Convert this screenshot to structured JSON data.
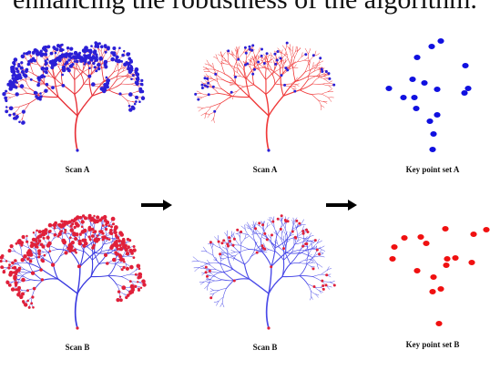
{
  "heading": "enhancing the robustness of the algorithm.",
  "panels": {
    "scan_a_keypoints": {
      "caption": "Scan A",
      "tree_color": "#e8333a",
      "dot_color": "#2b1fd6"
    },
    "scan_a_clean": {
      "caption": "Scan A",
      "tree_color": "#f03a3a",
      "dot_color": "#2b1fd6"
    },
    "key_point_set_a": {
      "caption": "Key point set A",
      "dot_color": "#1010e0"
    },
    "scan_b_keypoints": {
      "caption": "Scan B",
      "tree_color": "#3a3ae0",
      "dot_color": "#e0203a"
    },
    "scan_b_clean": {
      "caption": "Scan B",
      "tree_color": "#4a4ae8",
      "dot_color": "#e0203a"
    },
    "key_point_set_b": {
      "caption": "Key point set B",
      "dot_color": "#f01010"
    }
  },
  "arrow_color": "#000000"
}
